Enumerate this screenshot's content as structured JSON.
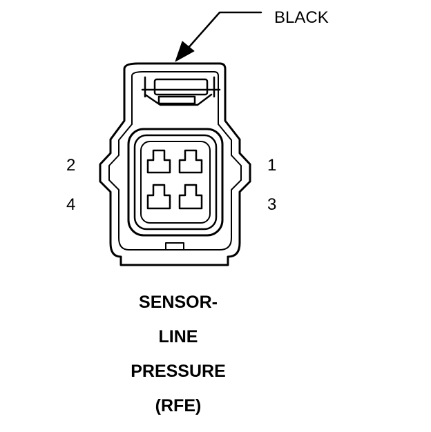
{
  "callout": {
    "label": "BLACK"
  },
  "pins": {
    "pin_1": "1",
    "pin_2": "2",
    "pin_3": "3",
    "pin_4": "4"
  },
  "caption": {
    "lines": [
      "SENSOR-",
      "LINE",
      "PRESSURE",
      "(RFE)"
    ]
  },
  "colors": {
    "ink": "#000000",
    "background": "#ffffff"
  }
}
